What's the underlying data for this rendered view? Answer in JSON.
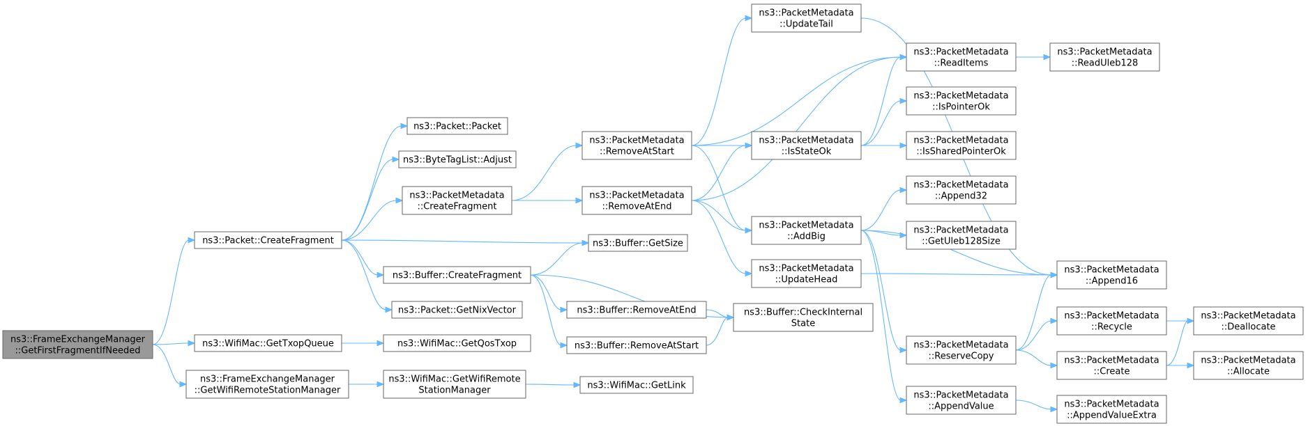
{
  "graph": {
    "colors": {
      "edge": "#63b8ff",
      "node_border": "#666666",
      "node_fill": "#ffffff",
      "root_fill": "#999999",
      "text": "#000000"
    },
    "nodes": [
      {
        "id": "n0",
        "lines": [
          "ns3::FrameExchangeManager",
          "::GetFirstFragmentIfNeeded"
        ],
        "root": true
      },
      {
        "id": "n1",
        "lines": [
          "ns3::Packet::CreateFragment"
        ]
      },
      {
        "id": "n2",
        "lines": [
          "ns3::WifiMac::GetTxopQueue"
        ]
      },
      {
        "id": "n3",
        "lines": [
          "ns3::FrameExchangeManager",
          "::GetWifiRemoteStationManager"
        ]
      },
      {
        "id": "n4",
        "lines": [
          "ns3::Packet::Packet"
        ]
      },
      {
        "id": "n5",
        "lines": [
          "ns3::ByteTagList::Adjust"
        ]
      },
      {
        "id": "n6",
        "lines": [
          "ns3::PacketMetadata",
          "::CreateFragment"
        ]
      },
      {
        "id": "n7",
        "lines": [
          "ns3::Buffer::CreateFragment"
        ]
      },
      {
        "id": "n8",
        "lines": [
          "ns3::Packet::GetNixVector"
        ]
      },
      {
        "id": "n9",
        "lines": [
          "ns3::WifiMac::GetQosTxop"
        ]
      },
      {
        "id": "n10",
        "lines": [
          "ns3::WifiMac::GetWifiRemote",
          "StationManager"
        ]
      },
      {
        "id": "n11",
        "lines": [
          "ns3::PacketMetadata",
          "::RemoveAtStart"
        ]
      },
      {
        "id": "n12",
        "lines": [
          "ns3::PacketMetadata",
          "::RemoveAtEnd"
        ]
      },
      {
        "id": "n13",
        "lines": [
          "ns3::Buffer::GetSize"
        ]
      },
      {
        "id": "n14",
        "lines": [
          "ns3::Buffer::RemoveAtEnd"
        ]
      },
      {
        "id": "n15",
        "lines": [
          "ns3::Buffer::RemoveAtStart"
        ]
      },
      {
        "id": "n16",
        "lines": [
          "ns3::WifiMac::GetLink"
        ]
      },
      {
        "id": "n17",
        "lines": [
          "ns3::PacketMetadata",
          "::UpdateTail"
        ]
      },
      {
        "id": "n18",
        "lines": [
          "ns3::PacketMetadata",
          "::IsStateOk"
        ]
      },
      {
        "id": "n19",
        "lines": [
          "ns3::PacketMetadata",
          "::AddBig"
        ]
      },
      {
        "id": "n20",
        "lines": [
          "ns3::PacketMetadata",
          "::UpdateHead"
        ]
      },
      {
        "id": "n21",
        "lines": [
          "ns3::Buffer::CheckInternal",
          "State"
        ]
      },
      {
        "id": "n22",
        "lines": [
          "ns3::PacketMetadata",
          "::ReadItems"
        ]
      },
      {
        "id": "n23",
        "lines": [
          "ns3::PacketMetadata",
          "::IsPointerOk"
        ]
      },
      {
        "id": "n24",
        "lines": [
          "ns3::PacketMetadata",
          "::IsSharedPointerOk"
        ]
      },
      {
        "id": "n25",
        "lines": [
          "ns3::PacketMetadata",
          "::Append32"
        ]
      },
      {
        "id": "n26",
        "lines": [
          "ns3::PacketMetadata",
          "::GetUleb128Size"
        ]
      },
      {
        "id": "n27",
        "lines": [
          "ns3::PacketMetadata",
          "::ReserveCopy"
        ]
      },
      {
        "id": "n28",
        "lines": [
          "ns3::PacketMetadata",
          "::AppendValue"
        ]
      },
      {
        "id": "n29",
        "lines": [
          "ns3::PacketMetadata",
          "::ReadUleb128"
        ]
      },
      {
        "id": "n30",
        "lines": [
          "ns3::PacketMetadata",
          "::Append16"
        ]
      },
      {
        "id": "n31",
        "lines": [
          "ns3::PacketMetadata",
          "::Recycle"
        ]
      },
      {
        "id": "n32",
        "lines": [
          "ns3::PacketMetadata",
          "::Create"
        ]
      },
      {
        "id": "n33",
        "lines": [
          "ns3::PacketMetadata",
          "::AppendValueExtra"
        ]
      },
      {
        "id": "n34",
        "lines": [
          "ns3::PacketMetadata",
          "::Deallocate"
        ]
      },
      {
        "id": "n35",
        "lines": [
          "ns3::PacketMetadata",
          "::Allocate"
        ]
      }
    ],
    "edges": [
      [
        "n0",
        "n1"
      ],
      [
        "n0",
        "n2"
      ],
      [
        "n0",
        "n3"
      ],
      [
        "n1",
        "n4"
      ],
      [
        "n1",
        "n5"
      ],
      [
        "n1",
        "n6"
      ],
      [
        "n1",
        "n13"
      ],
      [
        "n1",
        "n7"
      ],
      [
        "n1",
        "n8"
      ],
      [
        "n2",
        "n9"
      ],
      [
        "n3",
        "n10"
      ],
      [
        "n10",
        "n16"
      ],
      [
        "n6",
        "n11"
      ],
      [
        "n6",
        "n12"
      ],
      [
        "n7",
        "n13"
      ],
      [
        "n7",
        "n21"
      ],
      [
        "n7",
        "n14"
      ],
      [
        "n7",
        "n15"
      ],
      [
        "n14",
        "n21"
      ],
      [
        "n15",
        "n21"
      ],
      [
        "n11",
        "n17"
      ],
      [
        "n11",
        "n22"
      ],
      [
        "n11",
        "n18"
      ],
      [
        "n11",
        "n19"
      ],
      [
        "n12",
        "n22"
      ],
      [
        "n12",
        "n18"
      ],
      [
        "n12",
        "n19"
      ],
      [
        "n12",
        "n20"
      ],
      [
        "n17",
        "n30"
      ],
      [
        "n18",
        "n22"
      ],
      [
        "n18",
        "n23"
      ],
      [
        "n18",
        "n24"
      ],
      [
        "n19",
        "n25"
      ],
      [
        "n19",
        "n26"
      ],
      [
        "n19",
        "n30"
      ],
      [
        "n19",
        "n27"
      ],
      [
        "n19",
        "n28"
      ],
      [
        "n20",
        "n30"
      ],
      [
        "n22",
        "n29"
      ],
      [
        "n27",
        "n30"
      ],
      [
        "n27",
        "n31"
      ],
      [
        "n27",
        "n32"
      ],
      [
        "n28",
        "n33"
      ],
      [
        "n31",
        "n34"
      ],
      [
        "n32",
        "n34"
      ],
      [
        "n32",
        "n35"
      ]
    ]
  }
}
